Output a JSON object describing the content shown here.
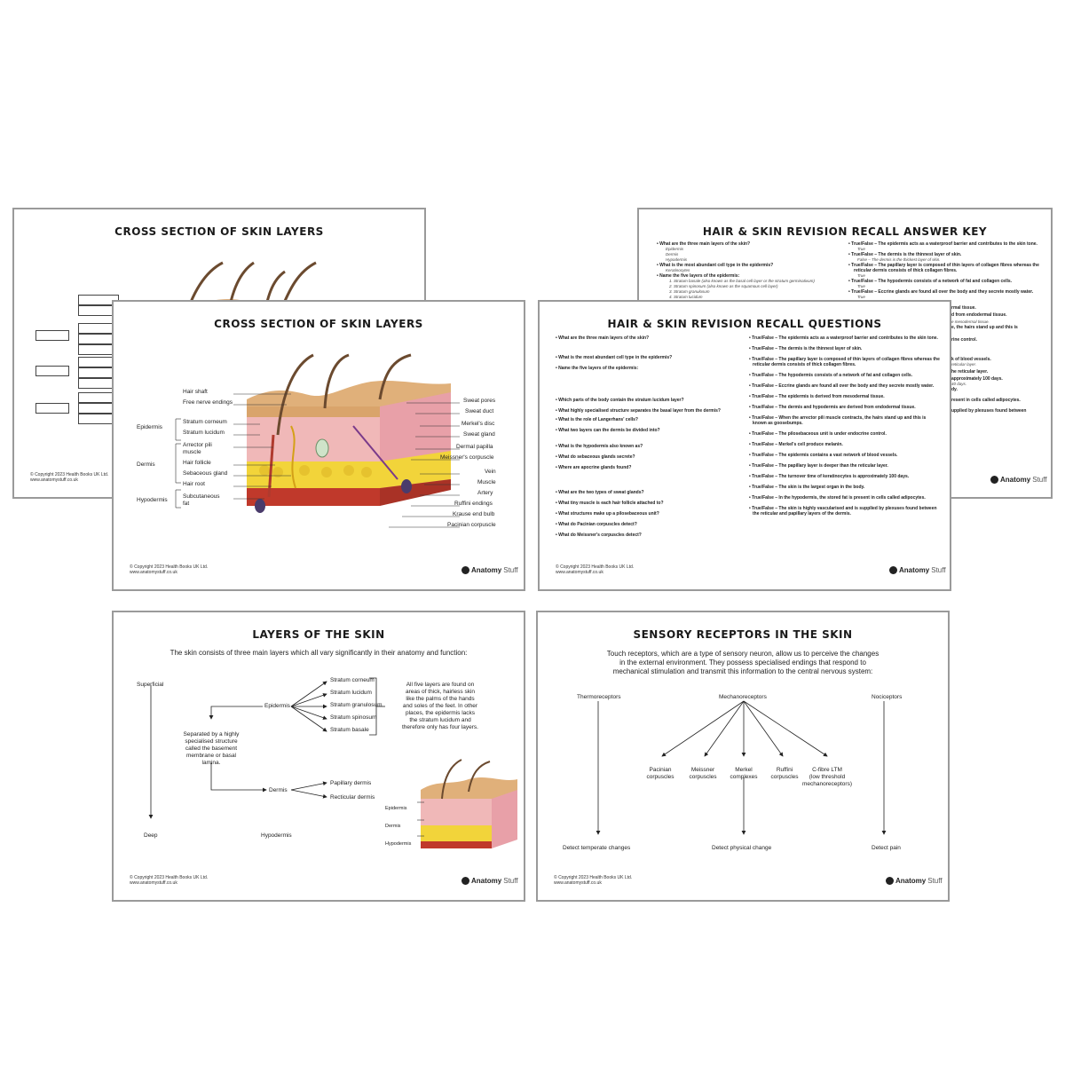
{
  "colors": {
    "skin_top": "#d9a46b",
    "skin_pink": "#f0b8b8",
    "fat": "#f2d43a",
    "muscle": "#c0392b",
    "hair": "#6b4a2f",
    "border": "#9a9a9a"
  },
  "sheet1": {
    "title": "CROSS SECTION OF SKIN LAYERS",
    "copyright": "© Copyright 2023 Health Books UK Ltd.",
    "website": "www.anatomystuff.co.uk"
  },
  "sheet2": {
    "title": "HAIR & SKIN REVISION RECALL ANSWER KEY",
    "left": [
      {
        "q": "• What are the three main layers of the skin?",
        "a": [
          "Epidermis",
          "Dermis",
          "Hypodermis"
        ]
      },
      {
        "q": "• What is the most abundant cell type in the epidermis?",
        "a": [
          "Keratinocytes"
        ]
      },
      {
        "q": "• Name the five layers of the epidermis:",
        "a": [
          "1. Stratum basale (also known as the basal cell layer or the stratum germinativum)",
          "2. Stratum spinosum (also known as the squamous cell layer)",
          "3. Stratum granulosum",
          "4. Stratum lucidum"
        ]
      }
    ],
    "right": [
      {
        "q": "• True/False – The epidermis acts as a waterproof barrier and contributes to the skin tone.",
        "a": "True"
      },
      {
        "q": "• True/False – The dermis is the thinnest layer of skin.",
        "a": "False – The dermis is the thickest layer of skin."
      },
      {
        "q": "• True/False – The papillary layer is composed of thin layers of collagen fibres whereas the",
        "q2": "reticular dermis consists of thick collagen fibres.",
        "a": "True"
      },
      {
        "q": "• True/False – The hypodermis consists of a network of fat and collagen cells.",
        "a": "True"
      },
      {
        "q": "• True/False – Eccrine glands are found all over the body and they secrete mostly water.",
        "a": "True"
      }
    ],
    "peek": [
      "rmal tissue.",
      "d from endodermal tissue.",
      "e mesodermal tissue.",
      "e, the hairs stand up and this is",
      "rine control.",
      "k of blood vessels.",
      "reticular layer.",
      "he reticular layer.",
      "approximately 100 days.",
      "40 days.",
      "dy.",
      "resent in cells called adipocytes.",
      "upplied by plexuses found between"
    ]
  },
  "sheet3": {
    "title": "CROSS SECTION OF SKIN LAYERS",
    "left_labels": [
      "Hair shaft",
      "Free nerve endings",
      "Stratum corneum",
      "Stratum lucidum",
      "Arrector pili",
      "muscle",
      "Hair follicle",
      "Sebaceous gland",
      "Hair root",
      "Subcutaneous",
      "fat"
    ],
    "groups": [
      "Epidermis",
      "Dermis",
      "Hypodermis"
    ],
    "right_labels": [
      "Sweat pores",
      "Sweat duct",
      "Merkel's disc",
      "Sweat gland",
      "Dermal papilla",
      "Meissner's corpuscle",
      "Vein",
      "Muscle",
      "Artery",
      "Ruffini endings",
      "Krause end bulb",
      "Pacinian corpuscle"
    ],
    "copyright": "© Copyright 2023 Health Books UK Ltd.",
    "website": "www.anatomystuff.co.uk",
    "logo": {
      "brand": "Anatomy",
      "suffix": "Stuff"
    }
  },
  "sheet4": {
    "title": "HAIR & SKIN REVISION RECALL QUESTIONS",
    "left": [
      "• What are the three main layers of the skin?",
      "• What is the most abundant cell type in the epidermis?",
      "• Name the five layers of the epidermis:",
      "• Which parts of the body contain the stratum lucidum layer?",
      "• What highly specialised structure separates the basal layer from the dermis?",
      "• What is the role of Langerhans' cells?",
      "• What two layers can the dermis be divided into?",
      "• What is the hypodermis also known as?",
      "• What do sebaceous glands secrete?",
      "• Where are apocrine glands found?",
      "• What are the two types of sweat glands?",
      "• What tiny muscle is each hair follicle attached to?",
      "• What structures make up a pilosebaceous unit?",
      "• What do Pacinian corpuscles detect?",
      "• What do Meissner's corpuscles detect?"
    ],
    "right": [
      "• True/False – The epidermis acts as a waterproof barrier and contributes to the skin tone.",
      "• True/False – The dermis is the thinnest layer of skin.",
      "• True/False – The papillary layer is composed of thin layers of collagen fibres whereas the",
      "reticular dermis consists of thick collagen fibres.",
      "• True/False – The hypodermis consists of a network of fat and collagen cells.",
      "• True/False – Eccrine glands are found all over the body and they secrete mostly water.",
      "• True/False – The epidermis is derived from mesodermal tissue.",
      "• True/False – The dermis and hypodermis are derived from endodermal tissue.",
      "• True/False – When the arrector pili muscle contracts, the hairs stand up and this is",
      "known as goosebumps.",
      "• True/False – The pilosebaceous unit is under endocrine control.",
      "• True/False – Merkel's cell produce melanin.",
      "• True/False – The epidermis contains a vast network of blood vessels.",
      "• True/False – The papillary layer is deeper than the reticular layer.",
      "• True/False – The turnover time of keratinocytes is approximately 100 days.",
      "• True/False – The skin is the largest organ in the body.",
      "• True/False – In the hypodermis, the stored fat is present in cells called adipocytes.",
      "• True/False – The skin is highly vascularised and is supplied by plexuses found between",
      "the reticular and papillary layers of the dermis."
    ],
    "copyright": "© Copyright 2023 Health Books UK Ltd.",
    "website": "www.anatomystuff.co.uk",
    "logo": {
      "brand": "Anatomy",
      "suffix": "Stuff"
    }
  },
  "sheet5": {
    "title": "LAYERS OF THE SKIN",
    "intro": "The skin consists of three main layers which all vary significantly in their anatomy and function:",
    "superficial": "Superficial",
    "deep": "Deep",
    "epidermis": "Epidermis",
    "epi_layers": [
      "Stratum corneum",
      "Stratum lucidum",
      "Stratum granulosum",
      "Stratum spinosum",
      "Stratum basale"
    ],
    "note": [
      "All five layers are found on",
      "areas of thick, hairless skin",
      "like the palms of the hands",
      "and soles of the feet. In other",
      "places, the epidermis lacks",
      "the stratum lucidum and",
      "therefore only has four layers."
    ],
    "basement": [
      "Separated by a highly",
      "specialised structure",
      "called the basement",
      "membrane or basal",
      "lamina."
    ],
    "dermis": "Dermis",
    "dermis_layers": [
      "Papillary dermis",
      "Recticular dermis"
    ],
    "hypodermis": "Hypodermis",
    "mini_labels": [
      "Epidermis",
      "Dermis",
      "Hypodermis"
    ],
    "copyright": "© Copyright 2023 Health Books UK Ltd.",
    "website": "www.anatomystuff.co.uk",
    "logo": {
      "brand": "Anatomy",
      "suffix": "Stuff"
    }
  },
  "sheet6": {
    "title": "SENSORY RECEPTORS IN THE SKIN",
    "intro": [
      "Touch receptors, which are a type of sensory neuron, allow us to perceive the changes",
      "in the external environment. They possess specialised endings that respond to",
      "mechanical stimulation and transmit this information to the central nervous system:"
    ],
    "thermo": "Thermoreceptors",
    "mechano": "Mechanoreceptors",
    "noci": "Nociceptors",
    "subs": [
      [
        "Pacinian",
        "corpuscles"
      ],
      [
        "Meissner",
        "corpuscles"
      ],
      [
        "Merkel",
        "complexes"
      ],
      [
        "Ruffini",
        "corpuscles"
      ],
      [
        "C-fibre LTM",
        "(low threshold",
        "mechanoreceptors)"
      ]
    ],
    "detect_temp": "Detect temperate changes",
    "detect_phys": "Detect physical change",
    "detect_pain": "Detect pain",
    "copyright": "© Copyright 2023 Health Books UK Ltd.",
    "website": "www.anatomystuff.co.uk",
    "logo": {
      "brand": "Anatomy",
      "suffix": "Stuff"
    }
  }
}
